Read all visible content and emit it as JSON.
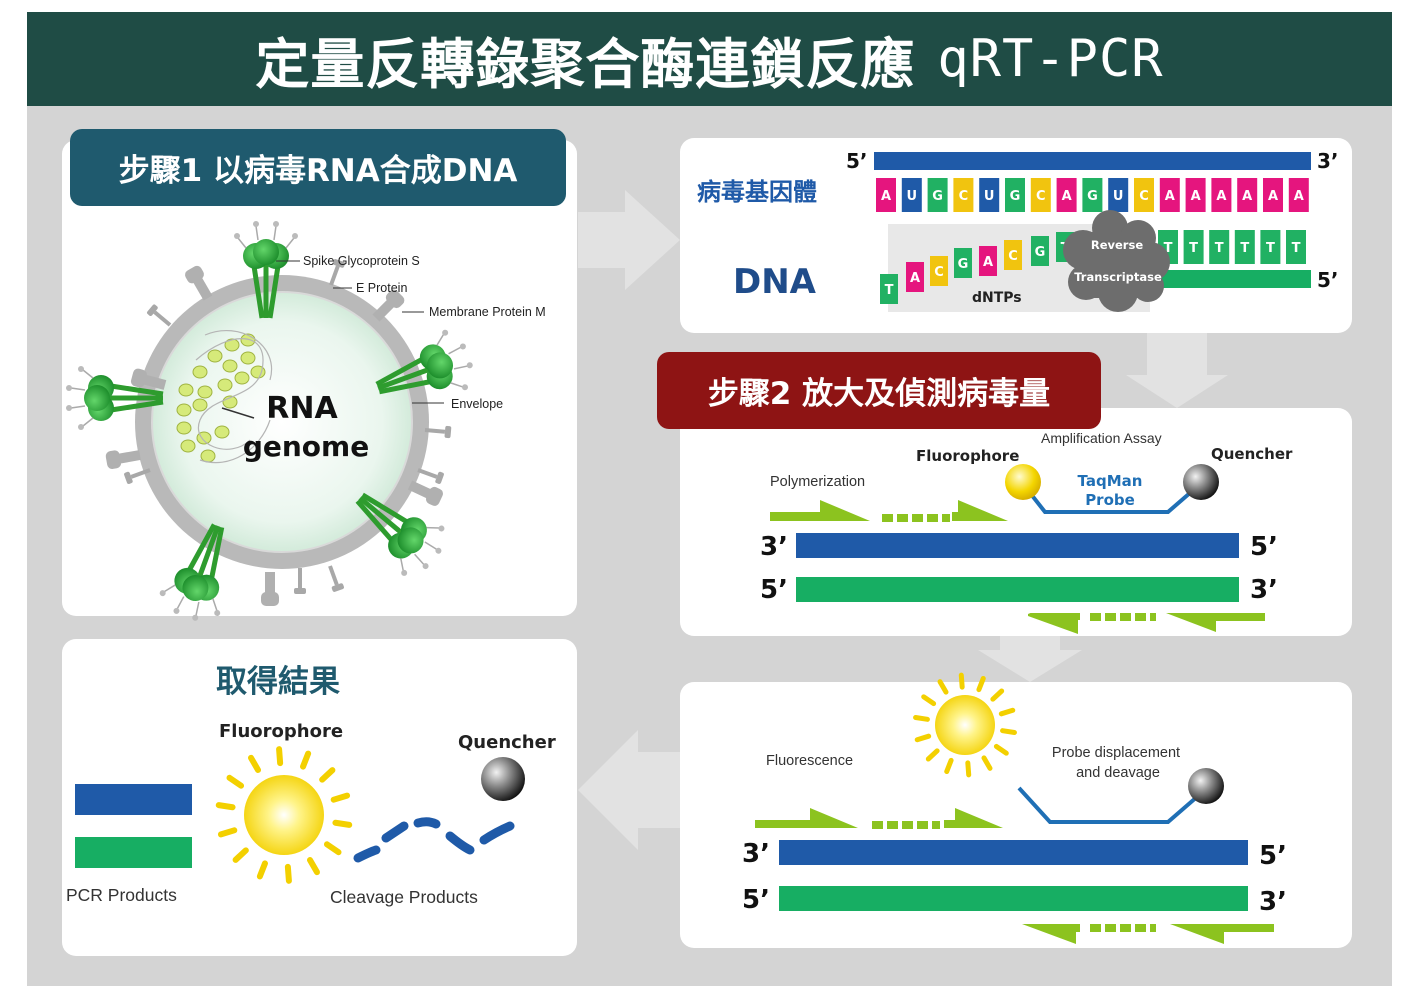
{
  "title": {
    "zh": "定量反轉錄聚合酶連鎖反應",
    "latin": "qRT-PCR"
  },
  "step1": {
    "label": "步驟1 以病毒RNA合成DNA",
    "labels": {
      "spike": "Spike Glycoprotein S",
      "e_protein": "E Protein",
      "membrane": "Membrane Protein M",
      "envelope": "Envelope",
      "rna_line1": "RNA",
      "rna_line2": "genome"
    }
  },
  "synthesis": {
    "viral_genome": "病毒基因體",
    "dna": "DNA",
    "top_5": "5’",
    "top_3": "3’",
    "bottom_5": "5’",
    "rna_bases": [
      "A",
      "U",
      "G",
      "C",
      "U",
      "G",
      "C",
      "A",
      "G",
      "U",
      "C",
      "A",
      "A",
      "A",
      "A",
      "A",
      "A"
    ],
    "dna_bases_loose": [
      "T",
      "A",
      "C",
      "G",
      "A",
      "C",
      "G",
      "T"
    ],
    "dna_bases_bound": [
      "T",
      "T",
      "T",
      "T",
      "T",
      "T"
    ],
    "enzyme_line1": "Reverse",
    "enzyme_line2": "Transcriptase",
    "dntps": "dNTPs",
    "base_colors": {
      "A": "#e5157e",
      "U": "#1f5aa8",
      "G": "#21b163",
      "C": "#f1c40f",
      "T": "#21b163"
    }
  },
  "step2": {
    "label": "步驟2 放大及偵測病毒量",
    "amp_title": "Amplification Assay",
    "fluorophore": "Fluorophore",
    "quencher": "Quencher",
    "probe_line1": "TaqMan",
    "probe_line2": "Probe",
    "polymerization": "Polymerization",
    "ends": {
      "a": "3’",
      "b": "5’",
      "c": "5’",
      "d": "3’"
    }
  },
  "step3": {
    "fluorescence": "Fluorescence",
    "displacement_line1": "Probe displacement",
    "displacement_line2": "and deavage",
    "ends": {
      "a": "3’",
      "b": "5’",
      "c": "5’",
      "d": "3’"
    }
  },
  "result": {
    "title": "取得結果",
    "fluorophore": "Fluorophore",
    "quencher": "Quencher",
    "pcr_products": "PCR Products",
    "cleavage_products": "Cleavage Products"
  },
  "colors": {
    "title_bg": "#1f4c45",
    "step1_label": "#1f5a6e",
    "step2_label": "#8e1414",
    "strand_blue": "#1f5aa8",
    "strand_green": "#17ae63",
    "arrow_green": "#8cc31f",
    "probe_blue": "#1f6fb5",
    "panel_bg": "#d4d4d4"
  }
}
